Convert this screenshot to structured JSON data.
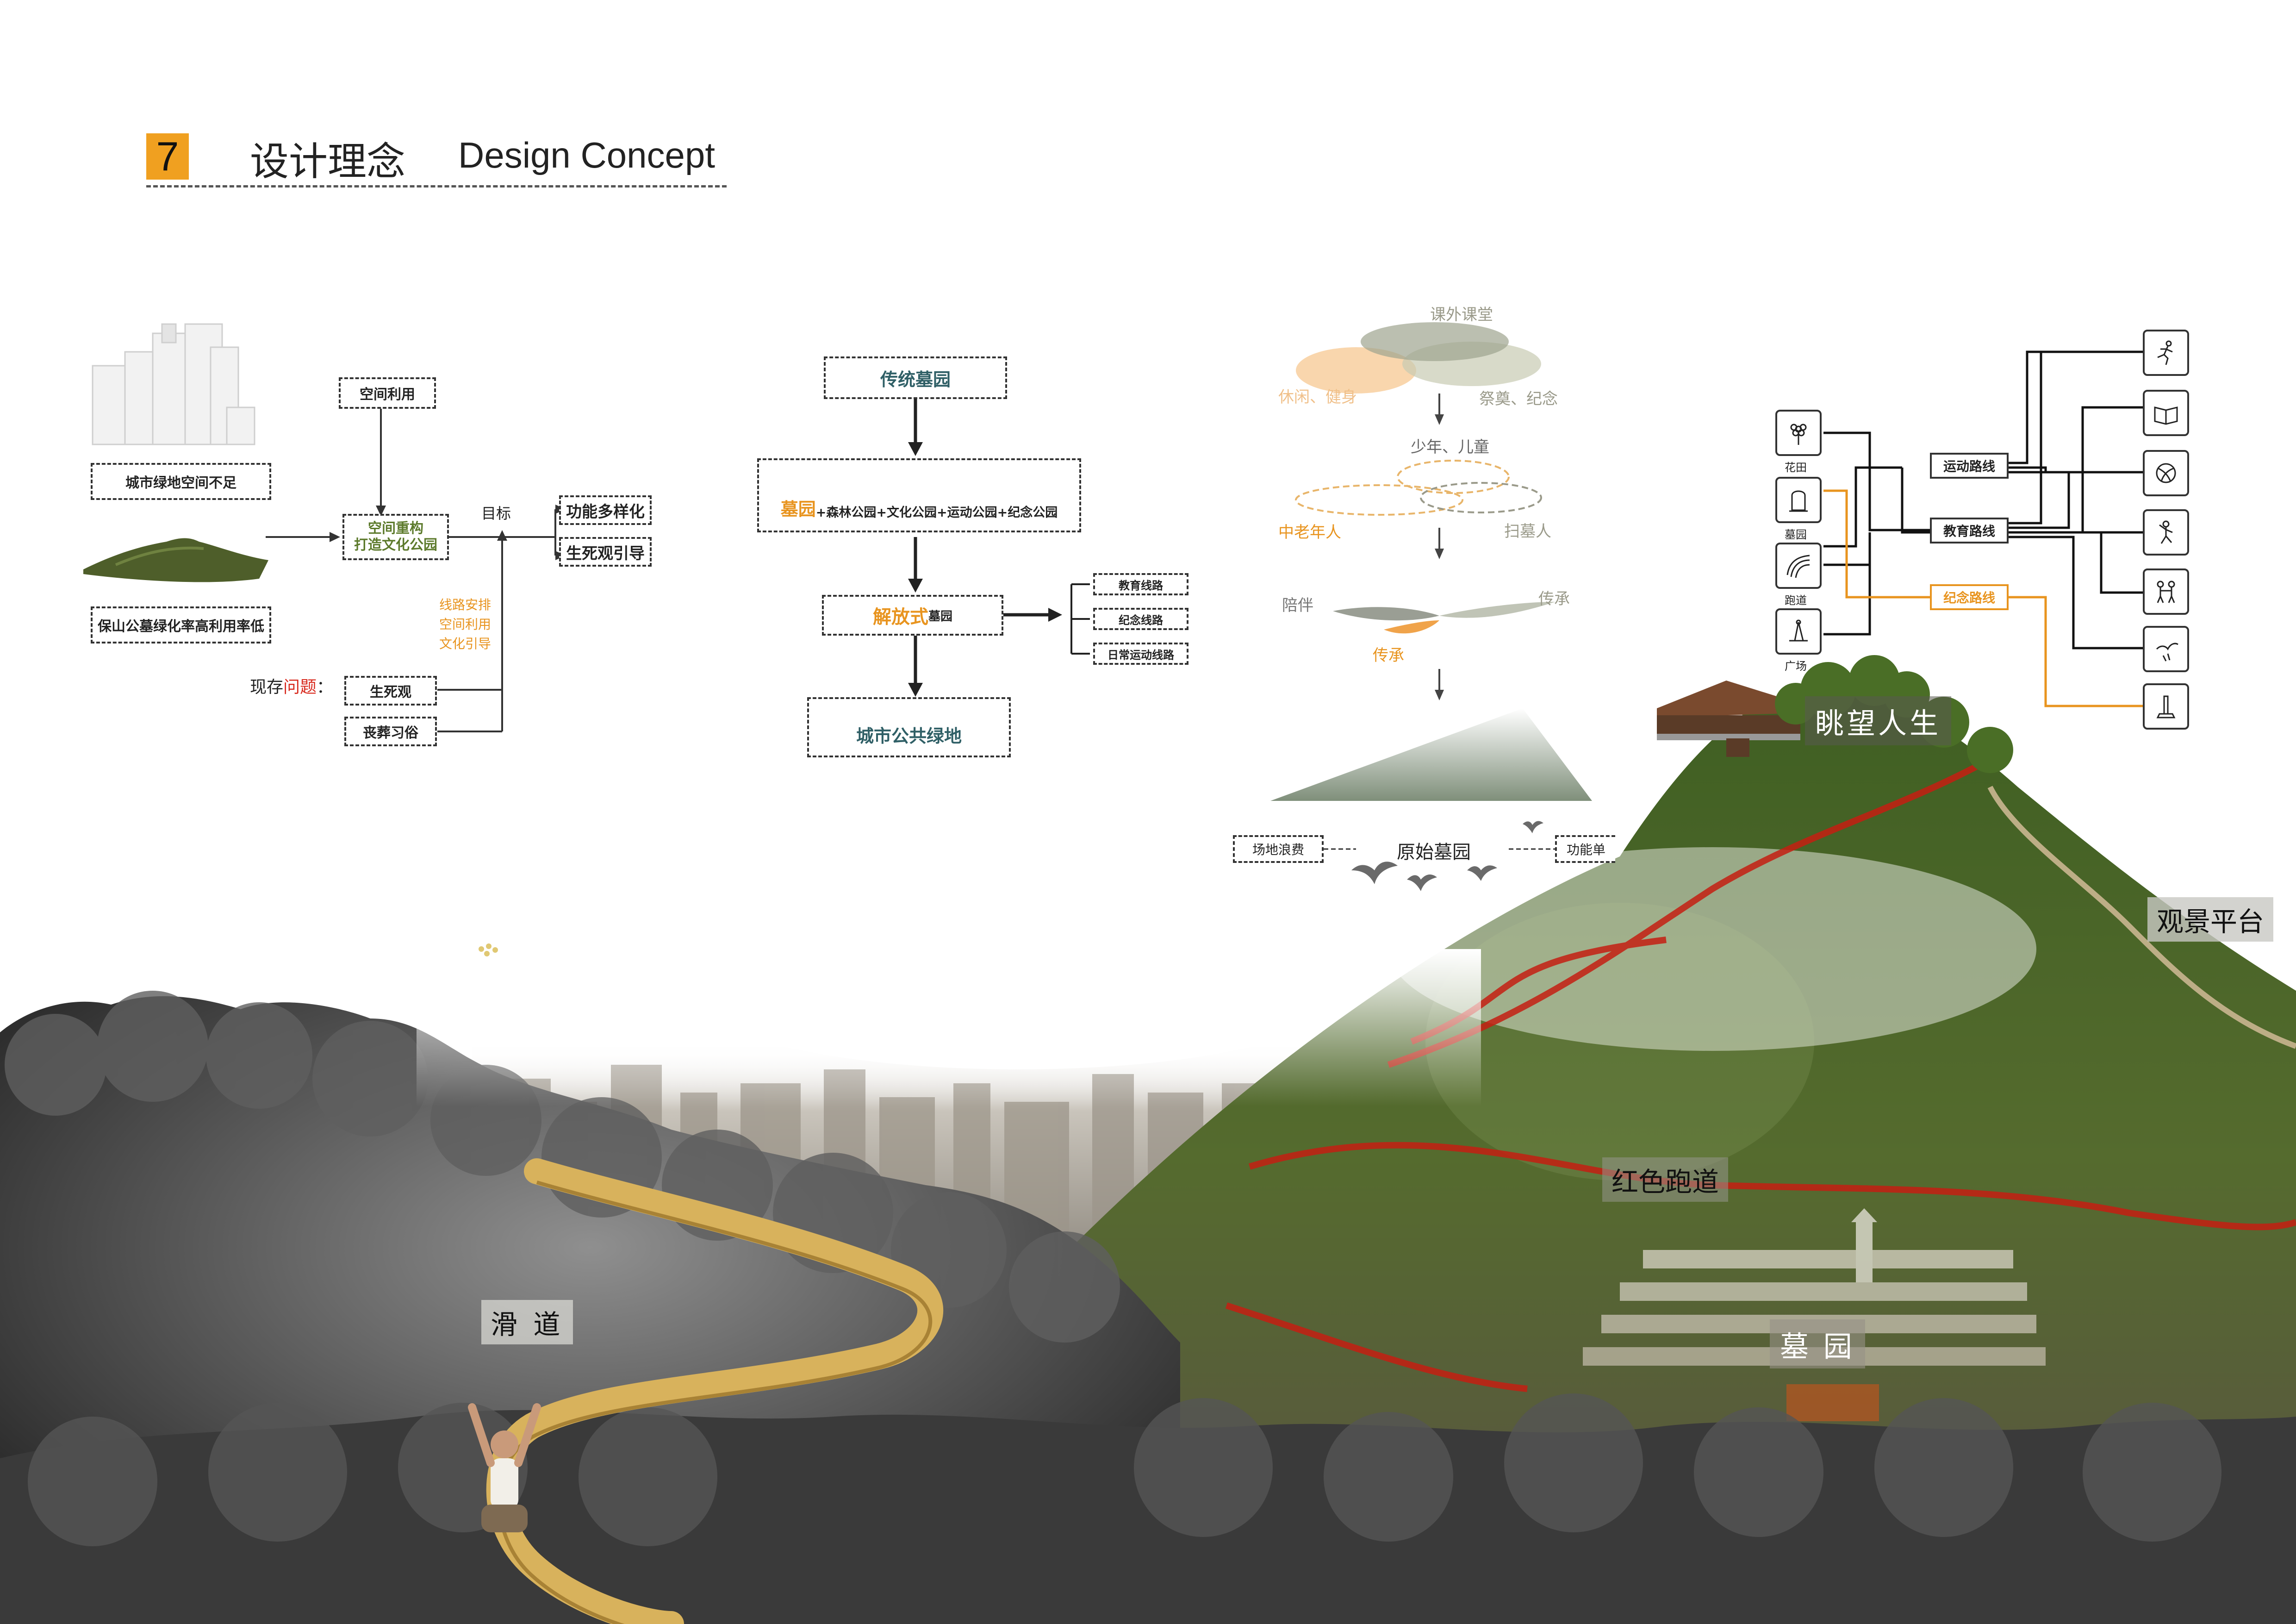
{
  "header": {
    "number": "7",
    "title_cn": "设计理念",
    "title_en": "Design Concept",
    "accent": "#f0a020"
  },
  "diagram1": {
    "problem1": "城市绿地空间不足",
    "problem2": "保山公墓绿化率高利用率低",
    "space_use": "空间利用",
    "center_line1": "空间重构",
    "center_line2": "打造文化公园",
    "goal_label": "目标",
    "goal1": "功能多样化",
    "goal2": "生死观引导",
    "strategy": [
      "线路安排",
      "空间利用",
      "文化引导"
    ],
    "existing_prefix": "现存",
    "existing_word": "问题",
    "existing_colon": "：",
    "issue1": "生死观",
    "issue2": "丧葬习俗"
  },
  "diagram2": {
    "top": "传统墓园",
    "combo_main": "墓园",
    "combo_rest": "+森林公园+文化公园+运动公园+纪念公园",
    "open_main": "解放式",
    "open_sub": "墓园",
    "routes": [
      "教育线路",
      "纪念线路",
      "日常运动线路"
    ],
    "bottom": "城市公共绿地"
  },
  "diagram3": {
    "top": "课外课堂",
    "left1": "休闲、健身",
    "right1": "祭奠、纪念",
    "mid": "少年、儿童",
    "left2": "中老年人",
    "right2": "扫墓人",
    "left3": "陪伴",
    "right3": "传承",
    "center3": "传承",
    "left4": "场地浪费",
    "center4": "原始墓园",
    "right4": "功能单"
  },
  "diagram4": {
    "left_icons": [
      {
        "icon": "flower-icon",
        "label": "花田"
      },
      {
        "icon": "tomb-icon",
        "label": "墓园"
      },
      {
        "icon": "track-icon",
        "label": "跑道"
      },
      {
        "icon": "plaza-icon",
        "label": "广场"
      }
    ],
    "route1": "运动路线",
    "route2": "教育路线",
    "route3": "纪念路线",
    "right_icons": [
      "runner-icon",
      "book-icon",
      "ball-icon",
      "climber-icon",
      "family-icon",
      "bird-icon",
      "monument-icon"
    ],
    "orange": "#e8941f"
  },
  "scene": {
    "overlook": "眺望人生",
    "platform": "观景平台",
    "red_track": "红色跑道",
    "slide": "滑 道",
    "cemetery": "墓 园"
  }
}
